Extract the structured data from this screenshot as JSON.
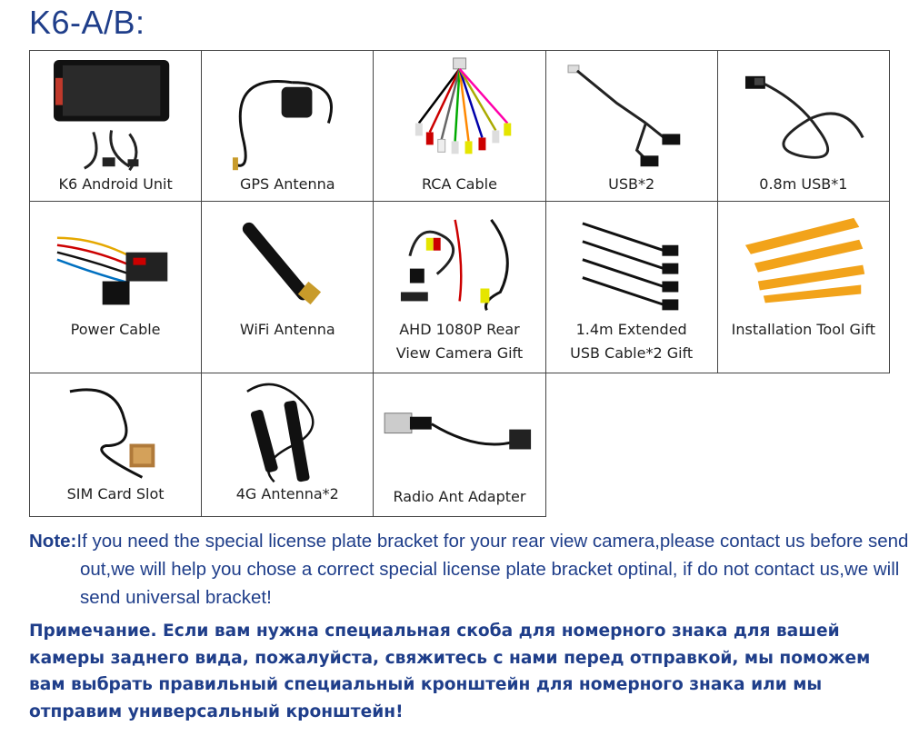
{
  "title": "K6-A/B:",
  "items": [
    {
      "caption": "K6 Android Unit",
      "icon": "head-unit-icon"
    },
    {
      "caption": "GPS Antenna",
      "icon": "gps-antenna-icon"
    },
    {
      "caption": "RCA Cable",
      "icon": "rca-cable-icon"
    },
    {
      "caption": "USB*2",
      "icon": "usb-cable-icon"
    },
    {
      "caption": "0.8m USB*1",
      "icon": "usb-cable-icon"
    },
    {
      "caption": "Power Cable",
      "icon": "power-cable-icon"
    },
    {
      "caption": "WiFi Antenna",
      "icon": "wifi-antenna-icon"
    },
    {
      "caption_line1": "AHD 1080P Rear",
      "caption_line2": "View Camera Gift",
      "icon": "rear-camera-icon"
    },
    {
      "caption_line1": "1.4m Extended",
      "caption_line2": "USB Cable*2 Gift",
      "icon": "usb-extension-icon"
    },
    {
      "caption": "Installation Tool Gift",
      "icon": "pry-tool-icon"
    },
    {
      "caption": "SIM Card Slot",
      "icon": "sim-slot-icon"
    },
    {
      "caption": "4G Antenna*2",
      "icon": "4g-antenna-icon"
    },
    {
      "caption": "Radio Ant Adapter",
      "icon": "radio-adapter-icon"
    }
  ],
  "note": {
    "label": "Note:",
    "text": "If you need the special license plate bracket for your rear view camera,please contact us before send out,we will help you chose a correct special license plate bracket optinal, if do not contact us,we will send universal bracket!"
  },
  "note_ru": "Примечание. Если вам нужна специальная скоба для номерного знака для вашей камеры заднего вида, пожалуйста, свяжитесь с нами перед отправкой, мы поможем вам выбрать правильный специальный кронштейн для номерного знака или мы отправим универсальный кронштейн!",
  "colors": {
    "accent": "#1f3e8a",
    "grid": "#444444",
    "orange": "#f2a31a"
  }
}
